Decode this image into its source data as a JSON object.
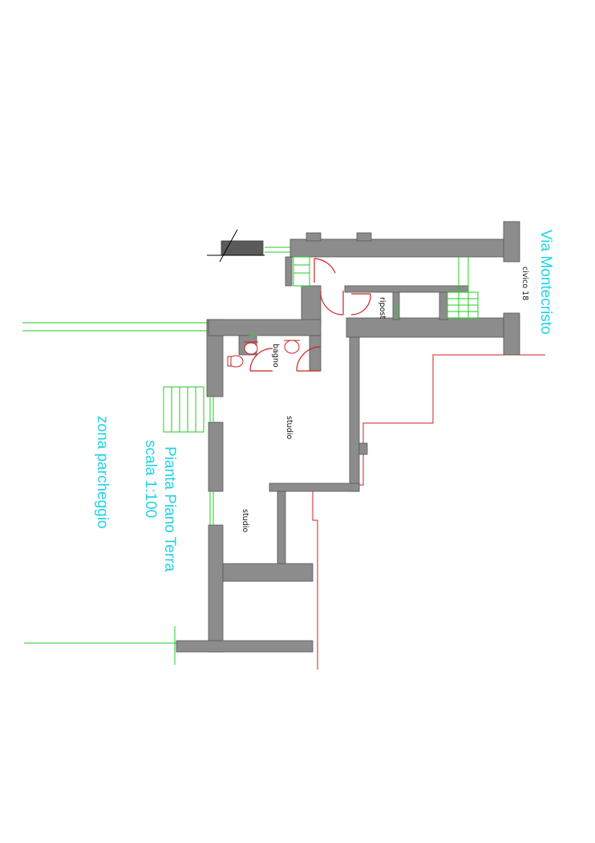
{
  "labels": {
    "street": "Via Montecristo",
    "street_number": "civico  18",
    "plan_title": "Pianta Piano Terra",
    "scale": "scala 1:100",
    "parking": "zona parcheggio",
    "room_storage": "ripost",
    "room_bath": "bagno",
    "room_studio_1": "studio",
    "room_studio_2": "studio"
  },
  "colors": {
    "walls": "#8c8c8c",
    "lines_green": "#22cc22",
    "lines_red": "#cc2222",
    "labels_cyan": "#22d3e6"
  }
}
